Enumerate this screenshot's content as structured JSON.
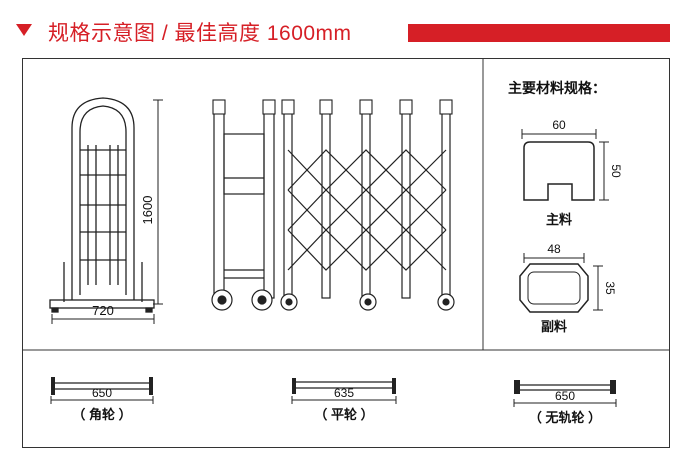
{
  "title": "规格示意图 / 最佳高度 1600mm",
  "colors": {
    "accent": "#d61f26",
    "line": "#333333",
    "bg": "#ffffff"
  },
  "gate": {
    "width_label": "720",
    "height_label": "1600"
  },
  "materials": {
    "heading": "主要材料规格：",
    "main": {
      "width_label": "60",
      "height_label": "50",
      "name": "主料"
    },
    "secondary": {
      "width_label": "48",
      "height_label": "35",
      "name": "副料"
    }
  },
  "wheels": [
    {
      "dimension": "650",
      "name": "（ 角轮 ）"
    },
    {
      "dimension": "635",
      "name": "（ 平轮 ）"
    },
    {
      "dimension": "650",
      "name": "（ 无轨轮 ）"
    }
  ]
}
